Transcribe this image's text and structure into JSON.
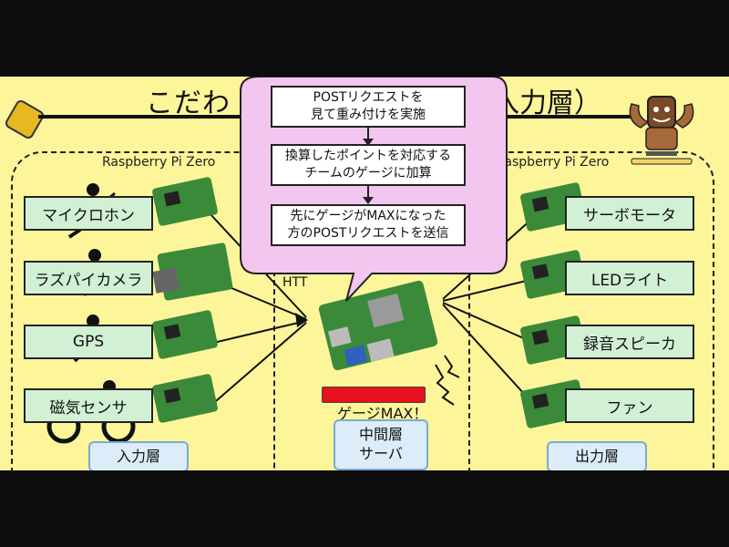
{
  "slide": {
    "title": "こだわ",
    "title_right": "入力層）",
    "http_fragment": "HTT"
  },
  "input_group": {
    "device_label": "Raspberry Pi Zero",
    "layer_label": "入力層",
    "nodes": [
      "マイクロホン",
      "ラズパイカメラ",
      "GPS",
      "磁気センサ"
    ]
  },
  "output_group": {
    "device_label": "Raspberry Pi Zero",
    "layer_label": "出力層",
    "nodes": [
      "サーボモータ",
      "LEDライト",
      "録音スピーカ",
      "ファン"
    ]
  },
  "middle": {
    "server_label_line1": "中間層",
    "server_label_line2": "サーバ",
    "gauge_label": "ゲージMAX！"
  },
  "callout_steps": [
    {
      "line1": "POSTリクエストを",
      "line2": "見て重み付けを実施"
    },
    {
      "line1": "換算したポイントを対応する",
      "line2": "チームのゲージに加算"
    },
    {
      "line1": "先にゲージがMAXになった",
      "line2": "方のPOSTリクエストを送信"
    }
  ],
  "colors": {
    "slide_bg": "#fdf59a",
    "node_fill": "#d2f0d4",
    "layer_fill": "#dcecf8",
    "callout_fill": "#f3c6ef",
    "gauge": "#e6101e",
    "board_green": "#3a8a3a"
  },
  "icons": [
    "microphone-person-icon",
    "camera-person-icon",
    "running-person-icon",
    "cyclist-icon",
    "muscle-mascot-icon",
    "logo-hex-icon"
  ]
}
